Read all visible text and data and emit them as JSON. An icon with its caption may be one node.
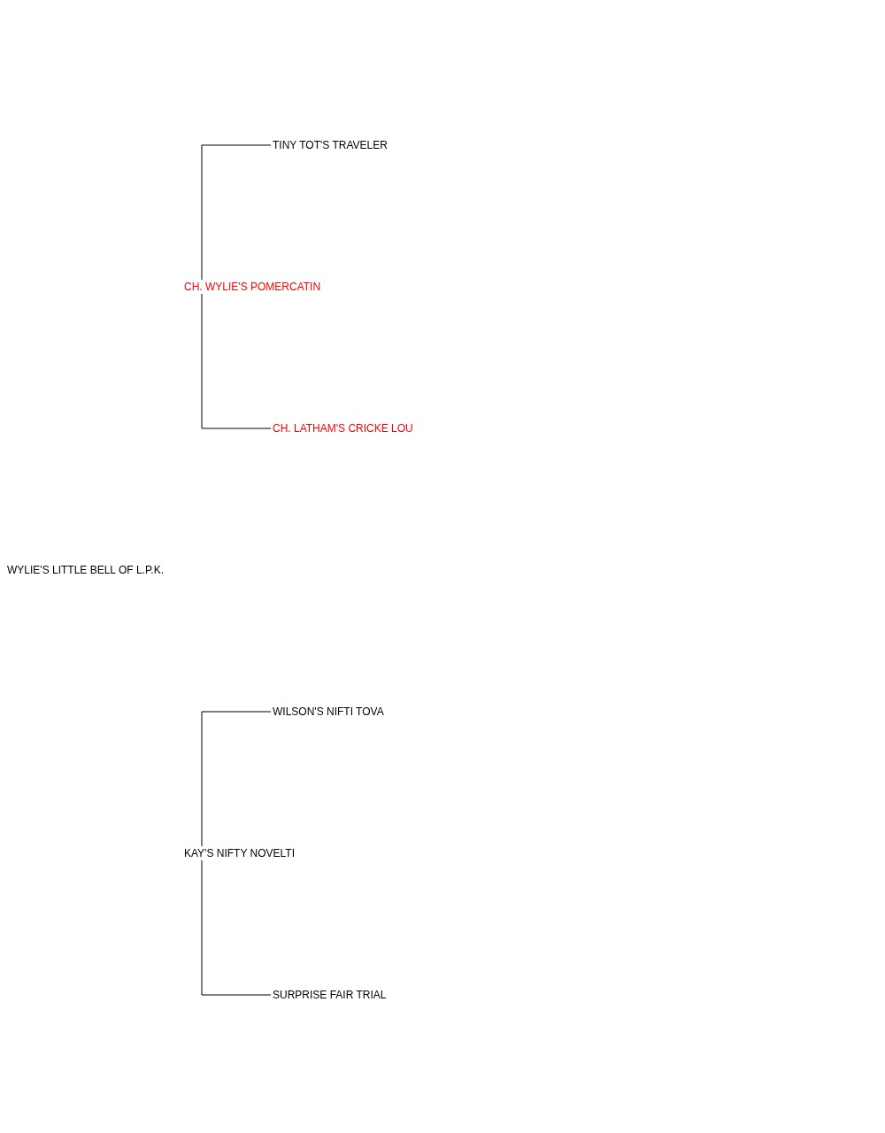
{
  "diagram": {
    "nodes": [
      {
        "text": [
          "TINY TOT'S TRAVELER"
        ]
      },
      {
        "text": [
          "CH. WYLIE'S POMERCATIN"
        ]
      },
      {
        "text": [
          "CH. LATHAM'S CRICKE LOU"
        ]
      },
      {
        "text": [
          "WYLIE'S LITTLE BELL OF L.P.K."
        ]
      },
      {
        "text": [
          "WILSON'S NIFTI TOVA"
        ]
      },
      {
        "text": [
          "KAY'S NIFTY NOVELTI"
        ]
      },
      {
        "text": [
          "SURPRISE FAIR TRIAL"
        ]
      }
    ],
    "edges": [
      {
        "from": 1,
        "to": 0,
        "arrow": "none"
      },
      {
        "from": 1,
        "to": 2,
        "arrow": "none"
      },
      {
        "from": 5,
        "to": 4,
        "arrow": "none"
      },
      {
        "from": 5,
        "to": 6,
        "arrow": "none"
      }
    ]
  }
}
